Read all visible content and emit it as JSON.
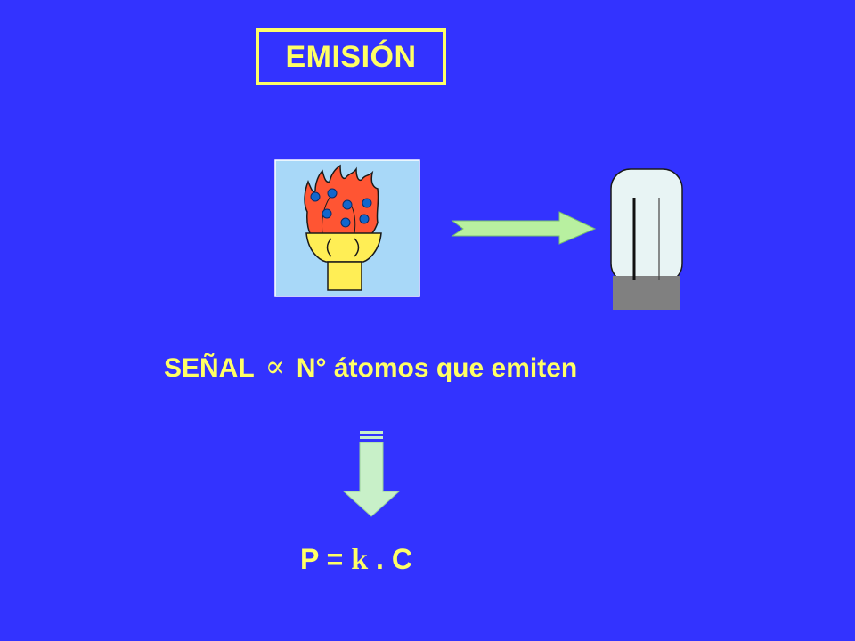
{
  "title": "EMISIÓN",
  "relation": {
    "left": "SEÑAL",
    "symbol": "∝",
    "right": "N° átomos que emiten"
  },
  "formula": {
    "lhs": "P =",
    "constant": "k",
    "rhs": ". C"
  },
  "colors": {
    "background": "#3333ff",
    "text": "#ffff66",
    "flame": "#ff5533",
    "burner": "#ffee55",
    "atoms": "#1166cc",
    "panel": "#a8d8f8",
    "arrow": "#b8f0a0",
    "lamp_glass": "#e8f4f4",
    "lamp_base": "#808080"
  },
  "icons": {
    "burner": "flame-burner-icon",
    "beam": "right-arrow-icon",
    "detector": "lamp-tube-icon",
    "implies": "down-arrow-icon"
  }
}
